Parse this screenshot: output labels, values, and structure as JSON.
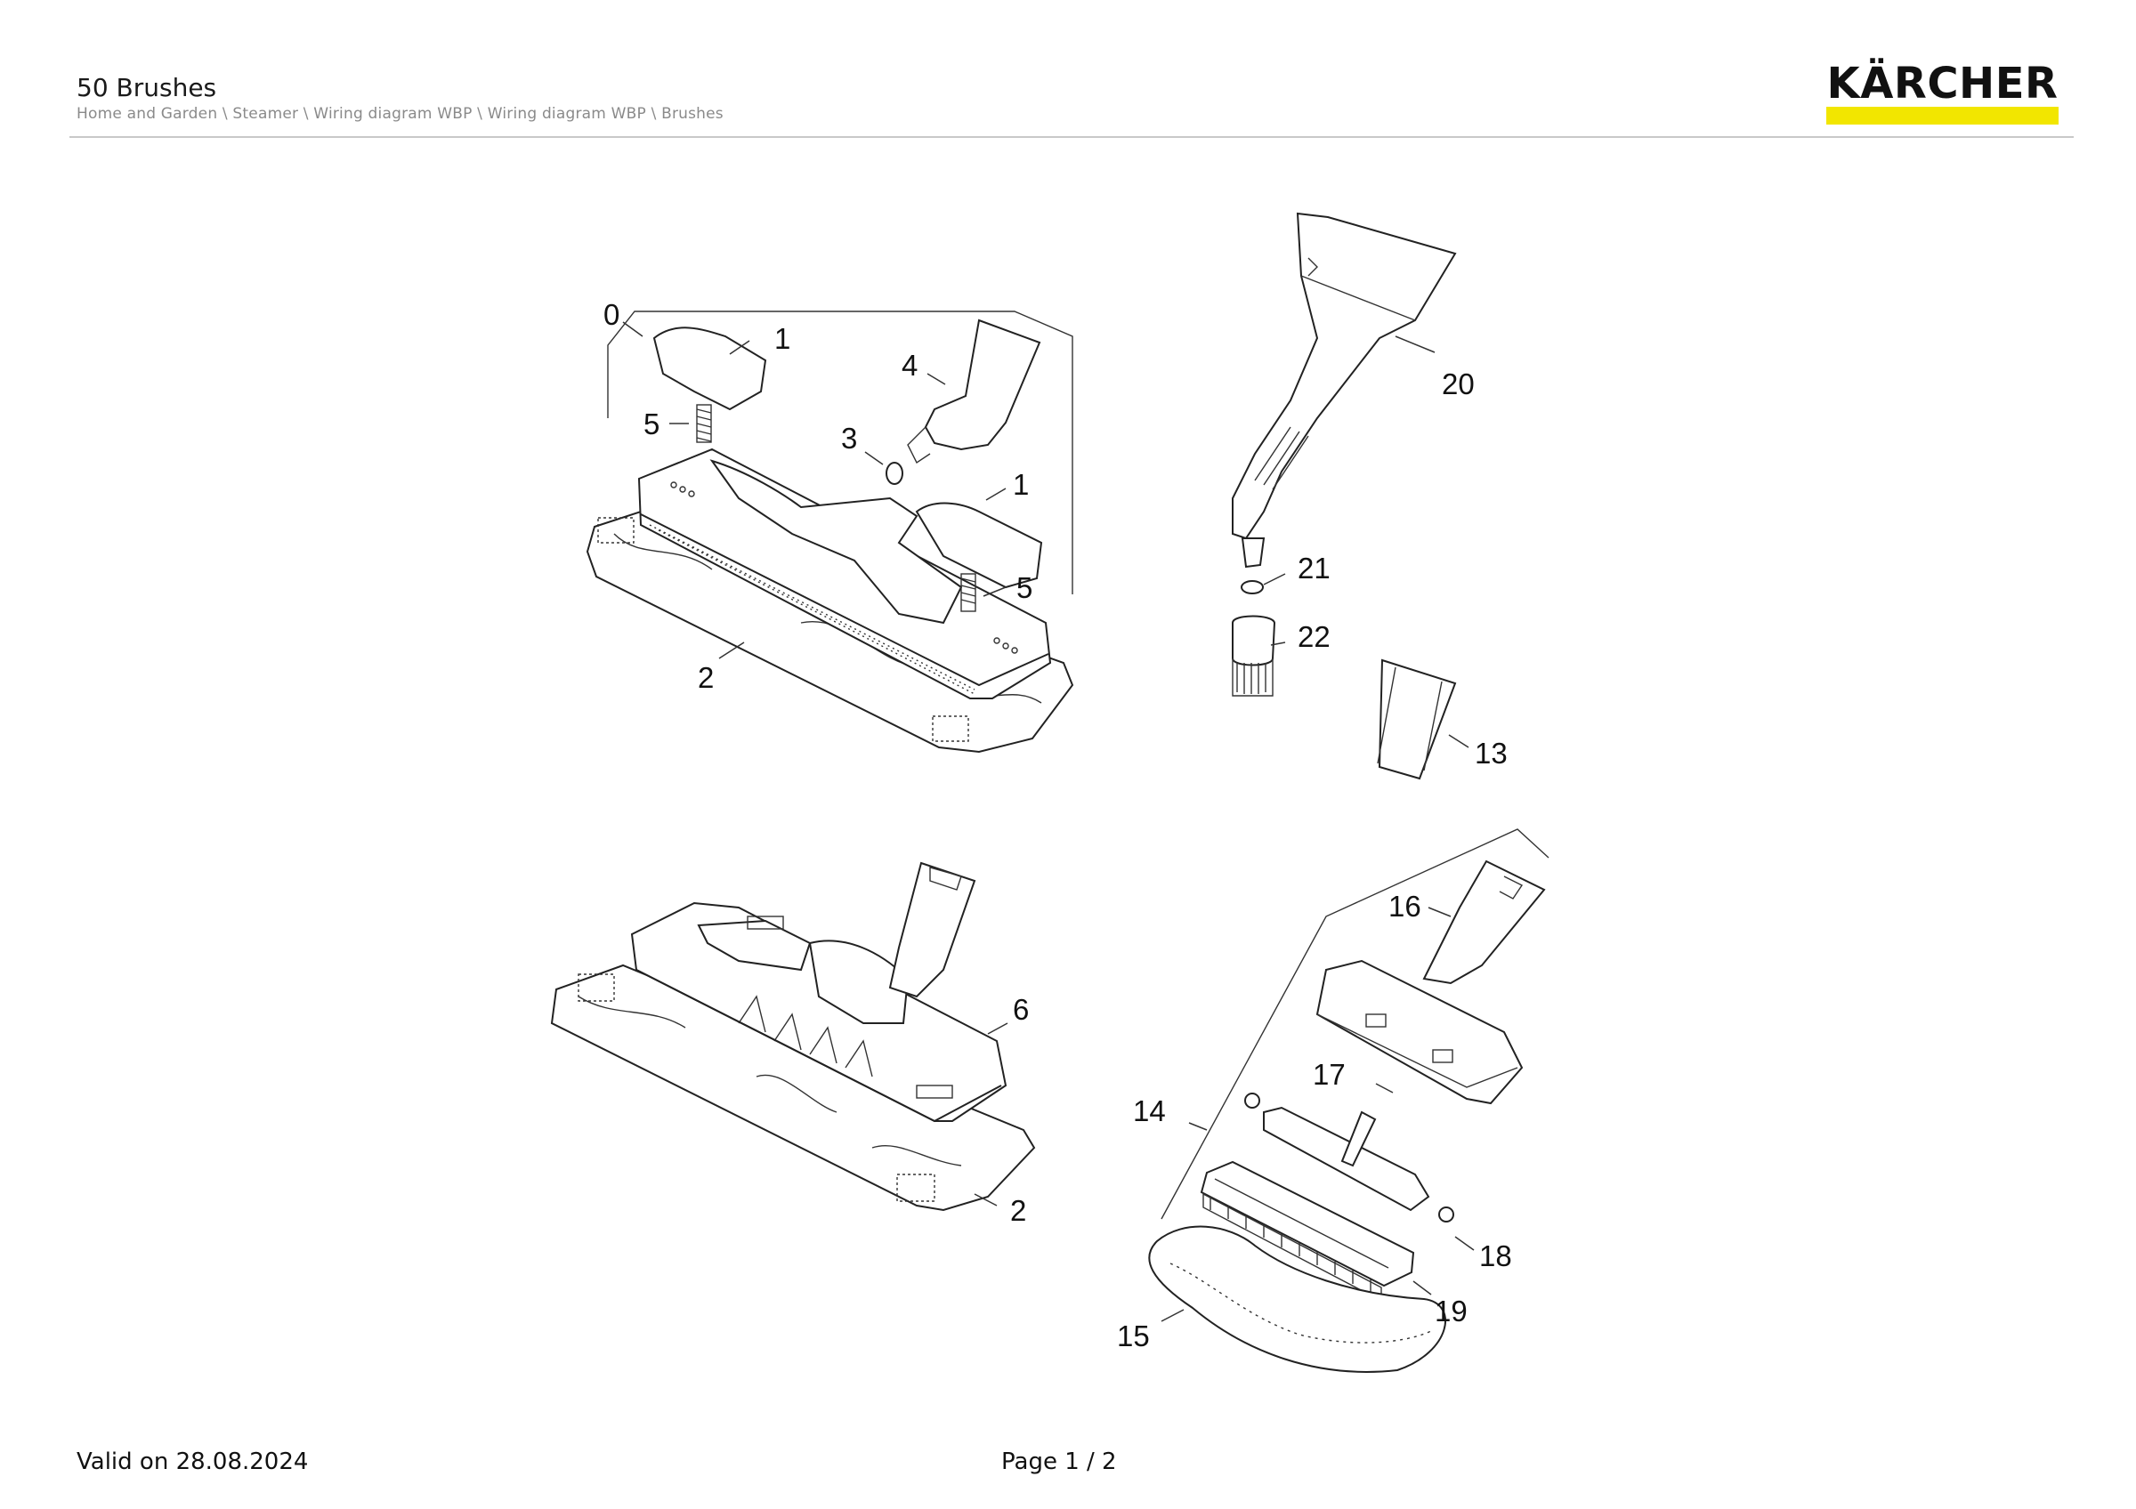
{
  "header": {
    "title": "50 Brushes",
    "breadcrumb": "Home and Garden \\ Steamer \\ Wiring diagram WBP \\ Wiring diagram WBP \\ Brushes",
    "logo_text": "KÄRCHER",
    "logo_bar_color": "#f2e600"
  },
  "callouts": {
    "c0": "0",
    "c1a": "1",
    "c1b": "1",
    "c2a": "2",
    "c2b": "2",
    "c3": "3",
    "c4": "4",
    "c5a": "5",
    "c5b": "5",
    "c6": "6",
    "c13": "13",
    "c14": "14",
    "c15": "15",
    "c16": "16",
    "c17": "17",
    "c18": "18",
    "c19": "19",
    "c20": "20",
    "c21": "21",
    "c22": "22"
  },
  "footer": {
    "valid": "Valid on 28.08.2024",
    "page": "Page 1 / 2"
  }
}
